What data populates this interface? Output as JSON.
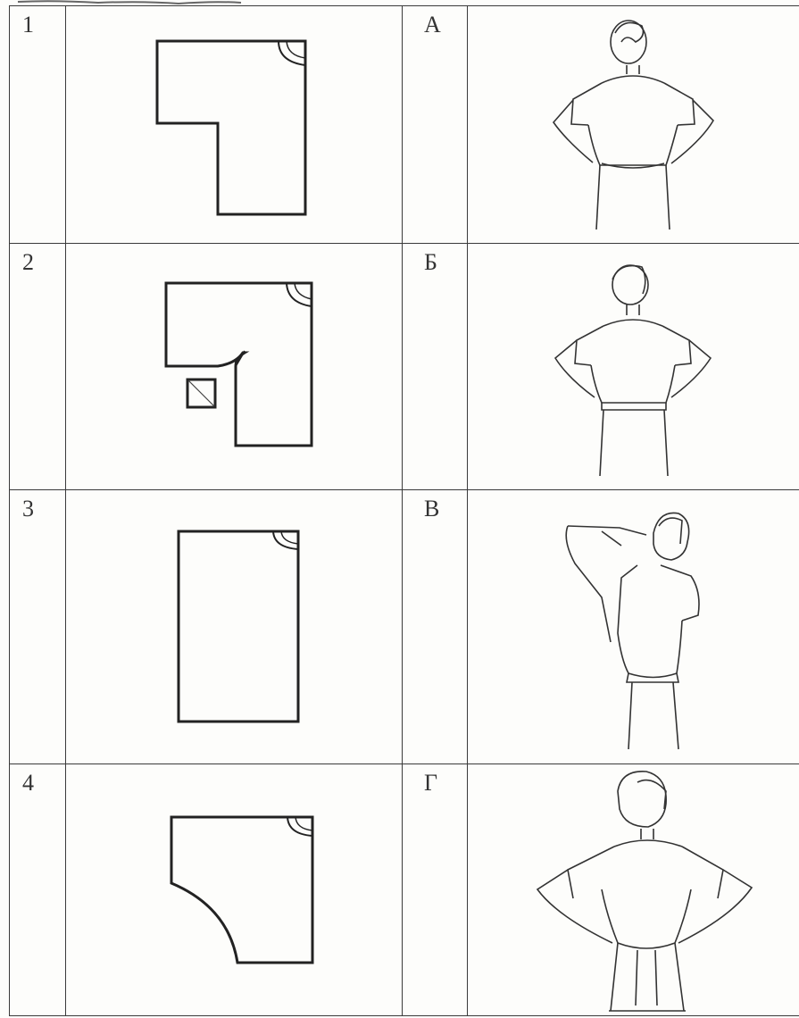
{
  "rows": [
    {
      "number": "1",
      "letter": "А",
      "pattern": "l-shape",
      "figure": "dress-front"
    },
    {
      "number": "2",
      "letter": "Б",
      "pattern": "l-shape-gusset",
      "figure": "dress-front-gusset"
    },
    {
      "number": "3",
      "letter": "В",
      "pattern": "rectangle",
      "figure": "dress-raised-arm"
    },
    {
      "number": "4",
      "letter": "Г",
      "pattern": "curved-underarm",
      "figure": "tunic-wide-sleeve"
    }
  ]
}
